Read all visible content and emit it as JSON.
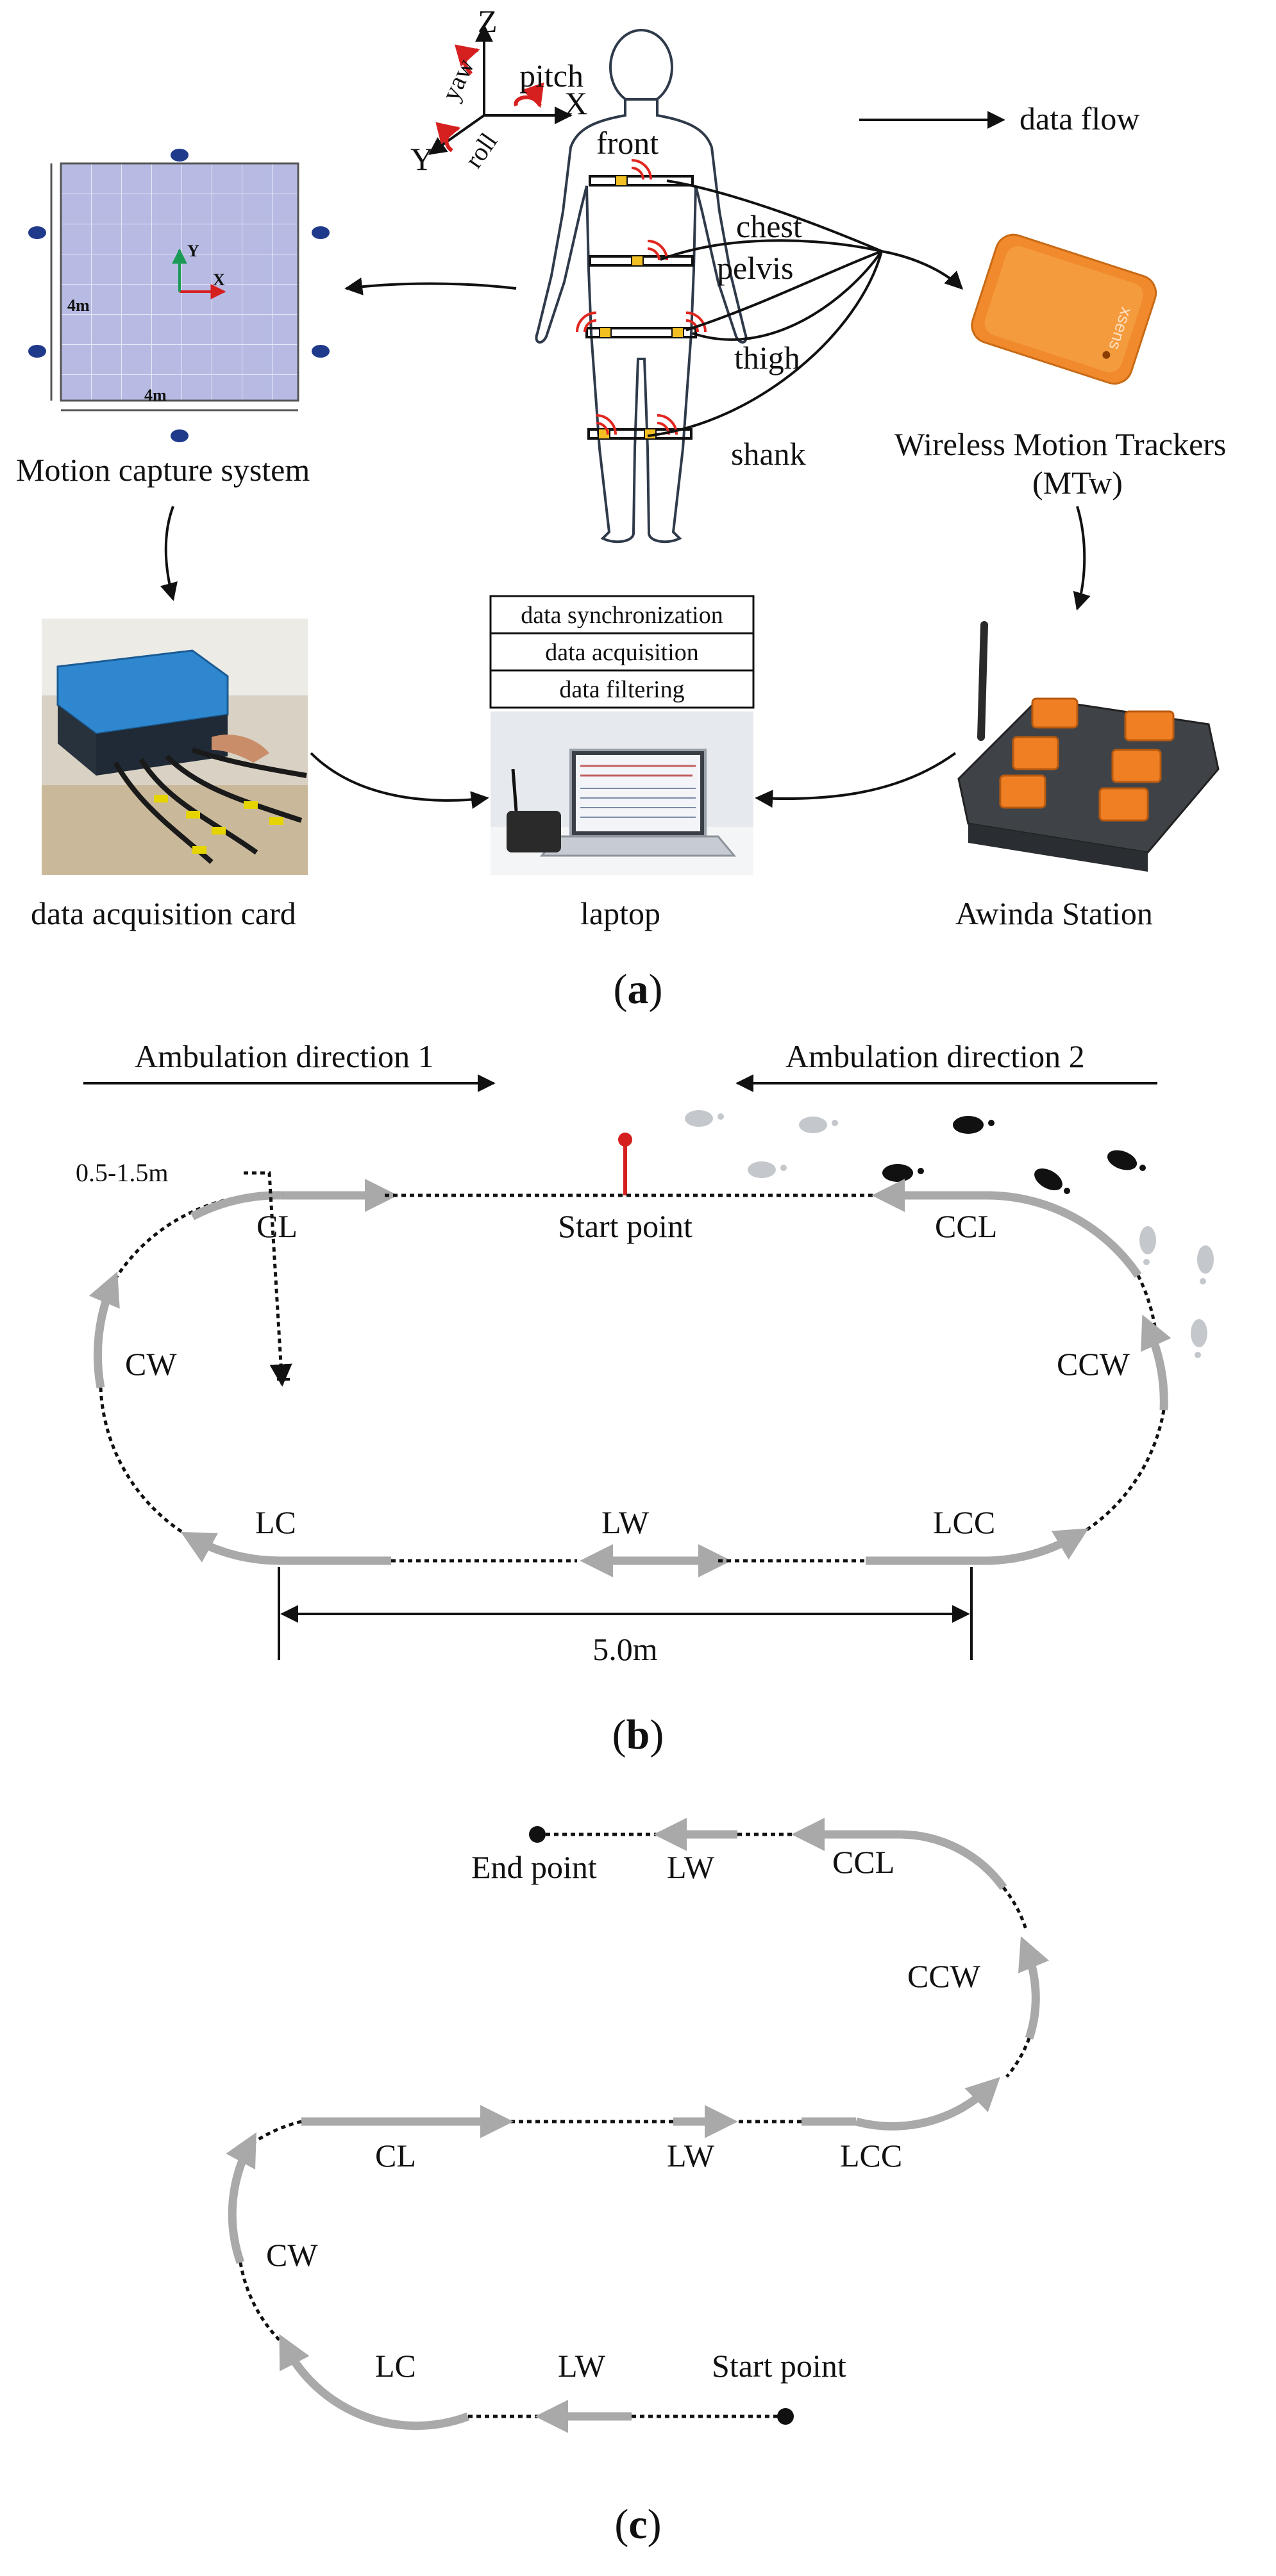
{
  "panel_a": {
    "caption_open": "(",
    "caption_letter": "a",
    "caption_close": ")",
    "axes": {
      "z": "Z",
      "x": "X",
      "y": "Y",
      "yaw": "yaw",
      "pitch": "pitch",
      "roll": "roll"
    },
    "legend": "data flow",
    "body_labels": {
      "front": "front",
      "chest": "chest",
      "pelvis": "pelvis",
      "thigh": "thigh",
      "shank": "shank"
    },
    "mocap": {
      "title": "Motion capture system",
      "dim_w": "4m",
      "dim_h": "4m",
      "axis_x": "X",
      "axis_y": "Y"
    },
    "mtw": {
      "title_1": "Wireless Motion Trackers",
      "title_2": "(MTw)",
      "brand": "xsens"
    },
    "steps": [
      "data synchronization",
      "data acquisition",
      "data filtering"
    ],
    "daq": {
      "title": "data acquisition card"
    },
    "laptop": {
      "title": "laptop"
    },
    "station": {
      "title": "Awinda Station"
    }
  },
  "panel_b": {
    "caption_open": "(",
    "caption_letter": "b",
    "caption_close": ")",
    "dir1": "Ambulation direction 1",
    "dir2": "Ambulation direction 2",
    "radius": "0.5-1.5m",
    "start": "Start point",
    "width": "5.0m",
    "segments": {
      "cl": "CL",
      "ccl": "CCL",
      "cw": "CW",
      "ccw": "CCW",
      "lc": "LC",
      "lw": "LW",
      "lcc": "LCC"
    }
  },
  "panel_c": {
    "caption_open": "(",
    "caption_letter": "c",
    "caption_close": ")",
    "end": "End point",
    "start": "Start point",
    "segments": {
      "lw_top": "LW",
      "ccl": "CCL",
      "ccw": "CCW",
      "cl": "CL",
      "lw_mid": "LW",
      "lcc": "LCC",
      "cw": "CW",
      "lc": "LC",
      "lw_bot": "LW"
    }
  }
}
